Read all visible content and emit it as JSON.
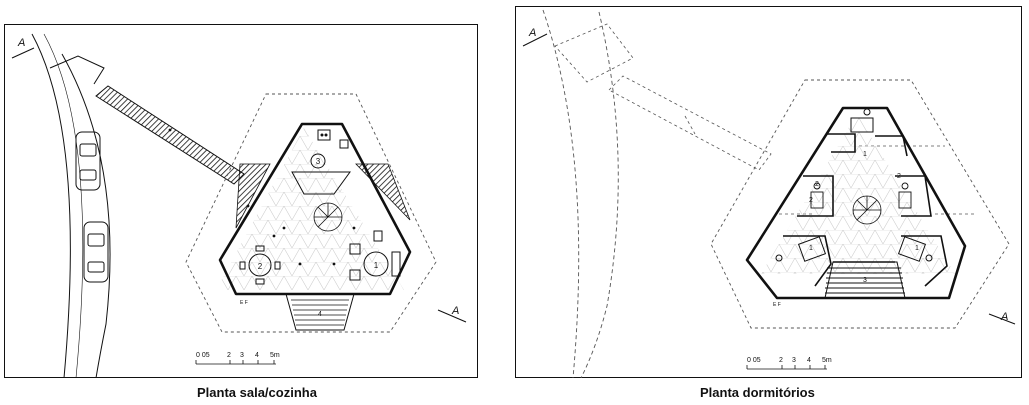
{
  "left": {
    "caption": "Planta sala/cozinha",
    "section_marker": "A",
    "scale_label_start": "0 05",
    "scale_ticks": [
      "2",
      "3",
      "4",
      "5m"
    ],
    "room_numbers": [
      "1",
      "2",
      "3",
      "4"
    ],
    "ef_label": "E F"
  },
  "right": {
    "caption": "Planta dormitórios",
    "section_marker": "A",
    "scale_label_start": "0 05",
    "scale_ticks": [
      "2",
      "3",
      "4",
      "5m"
    ],
    "room_numbers": [
      "1",
      "1",
      "1",
      "2",
      "2",
      "2",
      "3"
    ],
    "ef_label": "E F"
  },
  "colors": {
    "line": "#111111",
    "dash": "#555555",
    "grid": "#c8c8c8",
    "hatch": "#222222"
  }
}
